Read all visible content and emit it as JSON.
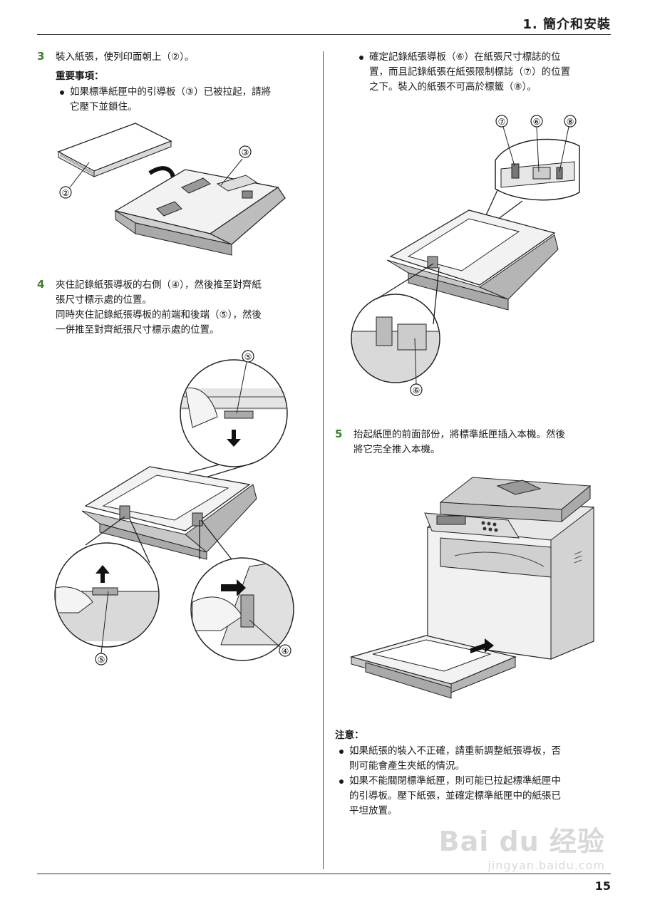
{
  "header": {
    "title": "1. 簡介和安裝"
  },
  "page_number": "15",
  "left": {
    "step3": {
      "number": "3",
      "text": "裝入紙張，使列印面朝上（②）。",
      "important_label": "重要事項：",
      "bullet_line1": "如果標準紙匣中的引導板（③）已被拉起，請將",
      "bullet_line2": "它壓下並鎖住。",
      "callout_paper": "②",
      "callout_plate": "③"
    },
    "step4": {
      "number": "4",
      "line1": "夾住記錄紙張導板的右側（④），然後推至對齊紙",
      "line2": "張尺寸標示處的位置。",
      "line3": "同時夾住記錄紙張導板的前端和後端（⑤），然後",
      "line4": "一併推至對齊紙張尺寸標示處的位置。",
      "callout_top": "⑤",
      "callout_bottom_left": "⑤",
      "callout_right_guide": "④"
    }
  },
  "right": {
    "bullet": {
      "line1": "確定記錄紙張導板（⑥）在紙張尺寸標誌的位",
      "line2": "置，而且記錄紙張在紙張限制標誌（⑦）的位置",
      "line3": "之下。裝入的紙張不可高於標籤（⑧）。",
      "callout_7": "⑦",
      "callout_6_top": "⑥",
      "callout_8": "⑧",
      "callout_6_bottom": "⑥"
    },
    "step5": {
      "number": "5",
      "line1": "抬起紙匣的前面部份，將標準紙匣插入本機。然後",
      "line2": "將它完全推入本機。"
    },
    "note": {
      "label": "注意：",
      "b1_line1": "如果紙張的裝入不正確，請重新調整紙張導板，否",
      "b1_line2": "則可能會產生夾紙的情況。",
      "b2_line1": "如果不能關閉標準紙匣，則可能已拉起標準紙匣中",
      "b2_line2": "的引導板。壓下紙張，並確定標準紙匣中的紙張已",
      "b2_line3": "平坦放置。"
    }
  },
  "watermark": {
    "logo": "Bai du 经验",
    "url": "jingyan.baidu.com"
  }
}
